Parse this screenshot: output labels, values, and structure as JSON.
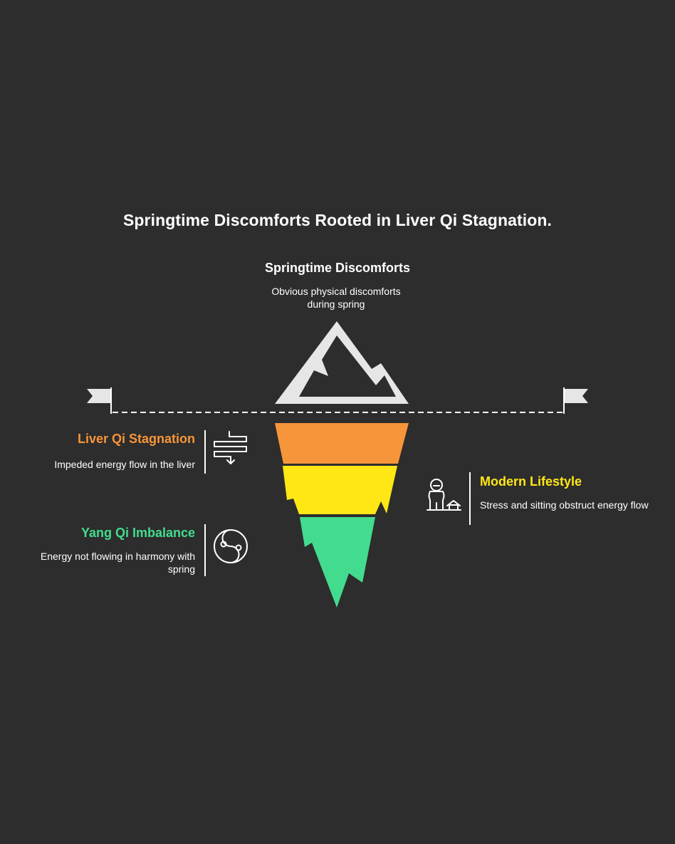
{
  "title": "Springtime Discomforts Rooted in Liver Qi Stagnation.",
  "tip": {
    "label": "Springtime Discomforts",
    "description": "Obvious physical discomforts during spring"
  },
  "layers": [
    {
      "label": "Liver Qi Stagnation",
      "description": "Impeded energy flow in the liver",
      "color": "#f7953a",
      "icon": "intestine-flow-icon",
      "side": "left"
    },
    {
      "label": "Modern Lifestyle",
      "description": "Stress and sitting obstruct energy flow",
      "color": "#ffe716",
      "icon": "person-house-icon",
      "side": "right"
    },
    {
      "label": "Yang Qi Imbalance",
      "description": "Energy not flowing in harmony with spring",
      "color": "#43dc8e",
      "icon": "yin-yang-icon",
      "side": "left"
    }
  ],
  "colors": {
    "background": "#2d2d2d",
    "peak": "#e6e6e6",
    "waterline": "#ffffff"
  }
}
